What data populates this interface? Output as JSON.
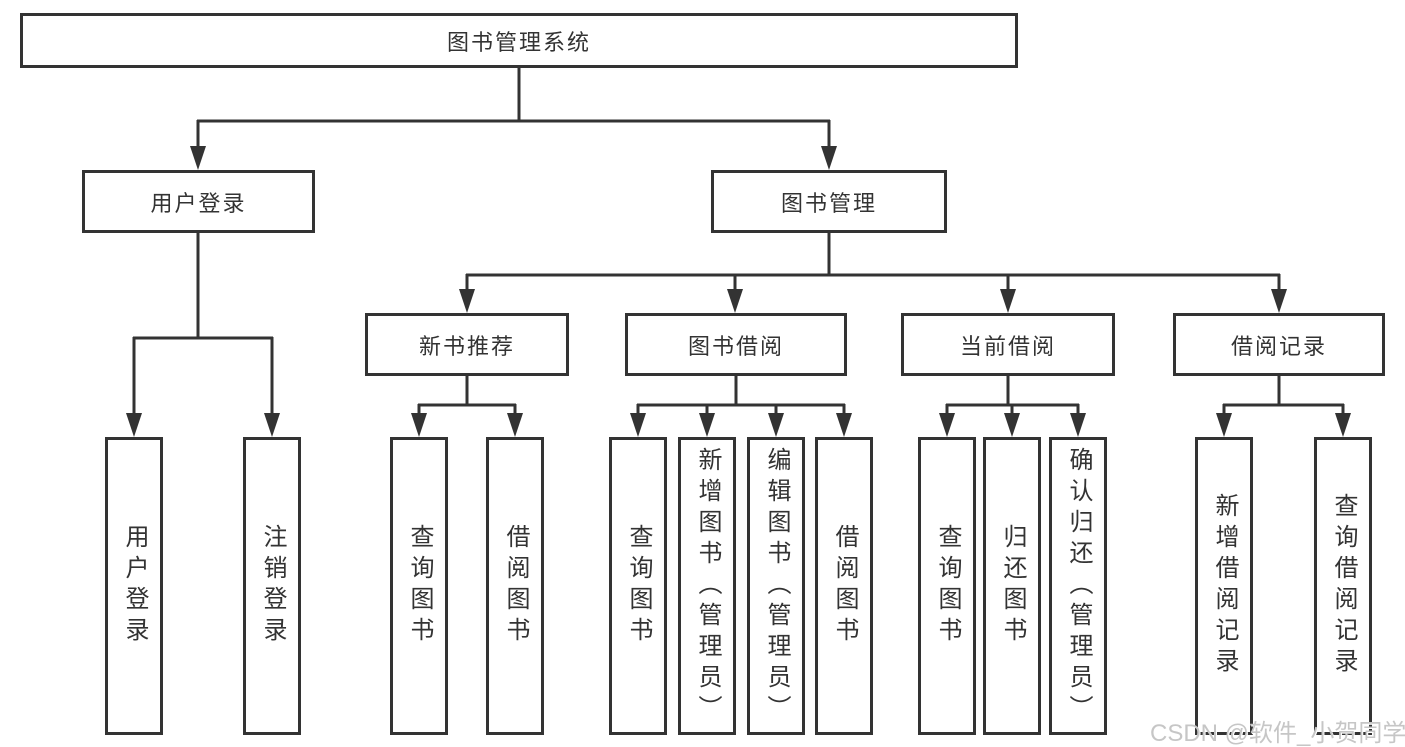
{
  "diagram": {
    "root": {
      "label": "图书管理系统"
    },
    "branches": [
      {
        "label": "用户登录",
        "children": [
          {
            "label": "用户登录"
          },
          {
            "label": "注销登录"
          }
        ]
      },
      {
        "label": "图书管理",
        "groups": [
          {
            "label": "新书推荐",
            "children": [
              {
                "label": "查询图书"
              },
              {
                "label": "借阅图书"
              }
            ]
          },
          {
            "label": "图书借阅",
            "children": [
              {
                "label": "查询图书"
              },
              {
                "label": "新增图书（管理员）"
              },
              {
                "label": "编辑图书（管理员）"
              },
              {
                "label": "借阅图书"
              }
            ]
          },
          {
            "label": "当前借阅",
            "children": [
              {
                "label": "查询图书"
              },
              {
                "label": "归还图书"
              },
              {
                "label": "确认归还（管理员）"
              }
            ]
          },
          {
            "label": "借阅记录",
            "children": [
              {
                "label": "新增借阅记录"
              },
              {
                "label": "查询借阅记录"
              }
            ]
          }
        ]
      }
    ]
  },
  "watermark": "CSDN @软件_小贺同学",
  "colors": {
    "line": "#333333",
    "box_border": "#333333",
    "text": "#333333",
    "background": "#ffffff",
    "watermark": "#c6c6c6"
  }
}
